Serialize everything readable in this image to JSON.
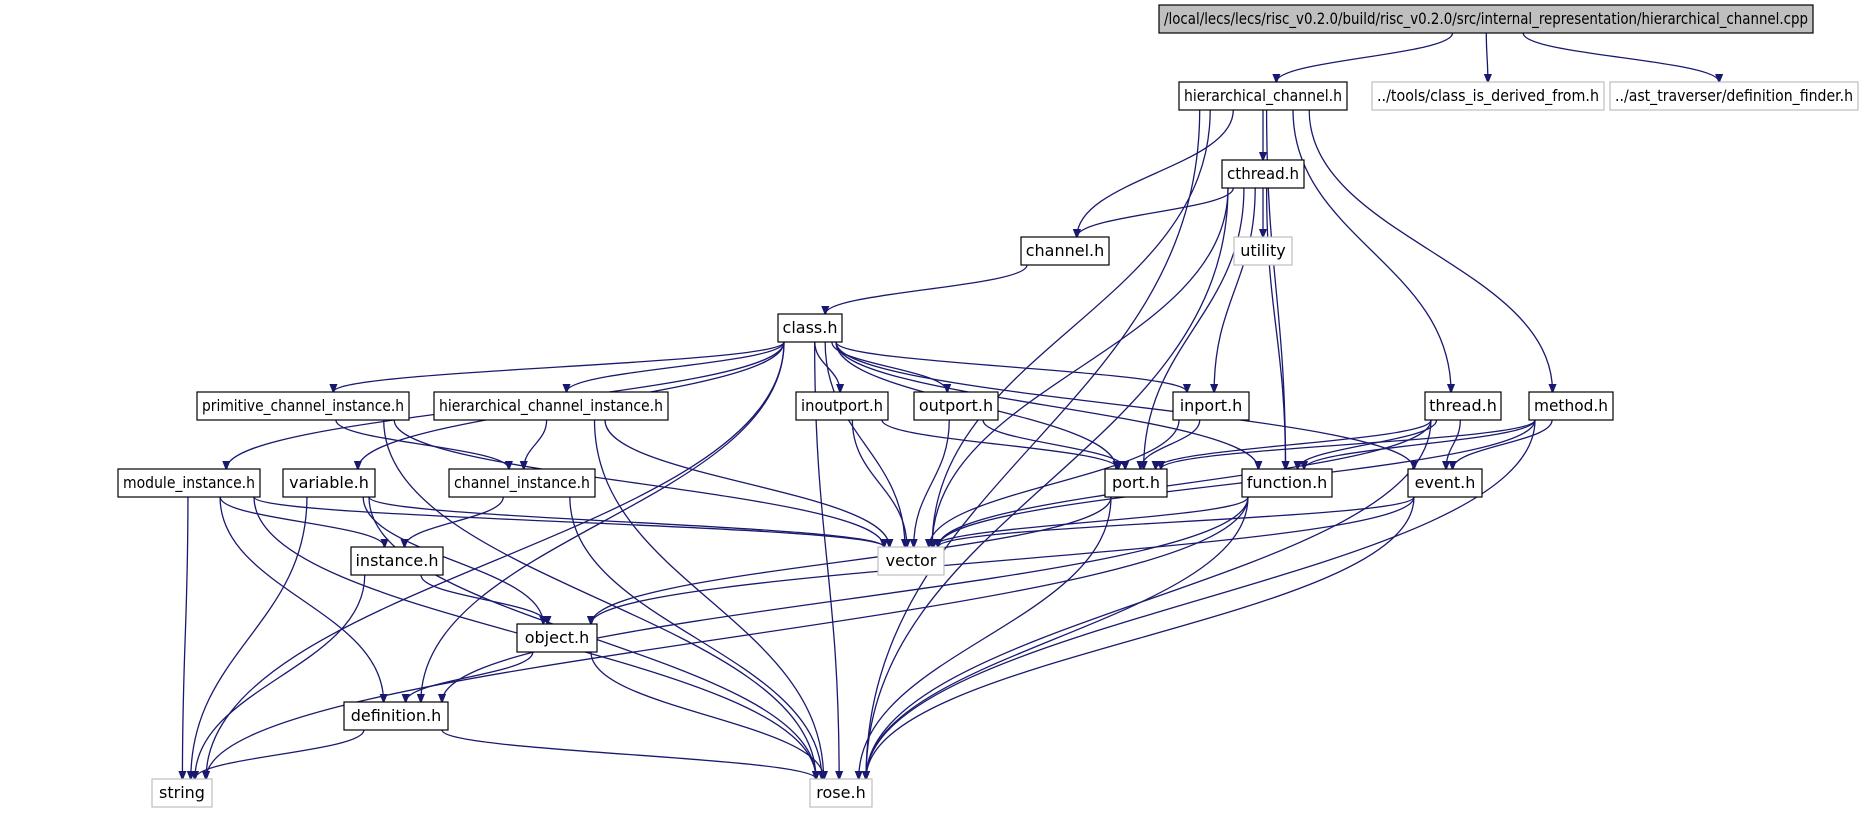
{
  "graph": {
    "edge_color": "#191970",
    "root_fill": "#bfbfbf",
    "system_border": "#bfbfbf",
    "nodes": [
      {
        "id": "root",
        "label": "/local/lecs/lecs/risc_v0.2.0/build/risc_v0.2.0/src/internal_representation/hierarchical_channel.cpp",
        "kind": "root"
      },
      {
        "id": "hierarchical_channel_h",
        "label": "hierarchical_channel.h",
        "kind": "local"
      },
      {
        "id": "class_is_derived_from_h",
        "label": "../tools/class_is_derived_from.h",
        "kind": "system"
      },
      {
        "id": "definition_finder_h",
        "label": "../ast_traverser/definition_finder.h",
        "kind": "system"
      },
      {
        "id": "cthread_h",
        "label": "cthread.h",
        "kind": "local"
      },
      {
        "id": "utility",
        "label": "utility",
        "kind": "system"
      },
      {
        "id": "channel_h",
        "label": "channel.h",
        "kind": "local"
      },
      {
        "id": "class_h",
        "label": "class.h",
        "kind": "local"
      },
      {
        "id": "primitive_channel_instance_h",
        "label": "primitive_channel_instance.h",
        "kind": "local"
      },
      {
        "id": "hierarchical_channel_instance_h",
        "label": "hierarchical_channel_instance.h",
        "kind": "local"
      },
      {
        "id": "inoutport_h",
        "label": "inoutport.h",
        "kind": "local"
      },
      {
        "id": "outport_h",
        "label": "outport.h",
        "kind": "local"
      },
      {
        "id": "inport_h",
        "label": "inport.h",
        "kind": "local"
      },
      {
        "id": "thread_h",
        "label": "thread.h",
        "kind": "local"
      },
      {
        "id": "method_h",
        "label": "method.h",
        "kind": "local"
      },
      {
        "id": "module_instance_h",
        "label": "module_instance.h",
        "kind": "local"
      },
      {
        "id": "variable_h",
        "label": "variable.h",
        "kind": "local"
      },
      {
        "id": "channel_instance_h",
        "label": "channel_instance.h",
        "kind": "local"
      },
      {
        "id": "port_h",
        "label": "port.h",
        "kind": "local"
      },
      {
        "id": "function_h",
        "label": "function.h",
        "kind": "local"
      },
      {
        "id": "event_h",
        "label": "event.h",
        "kind": "local"
      },
      {
        "id": "vector",
        "label": "vector",
        "kind": "system"
      },
      {
        "id": "instance_h",
        "label": "instance.h",
        "kind": "local"
      },
      {
        "id": "object_h",
        "label": "object.h",
        "kind": "local"
      },
      {
        "id": "definition_h",
        "label": "definition.h",
        "kind": "local"
      },
      {
        "id": "string",
        "label": "string",
        "kind": "system"
      },
      {
        "id": "rose_h",
        "label": "rose.h",
        "kind": "system"
      }
    ],
    "edges": [
      [
        "root",
        "hierarchical_channel_h"
      ],
      [
        "root",
        "class_is_derived_from_h"
      ],
      [
        "root",
        "definition_finder_h"
      ],
      [
        "hierarchical_channel_h",
        "cthread_h"
      ],
      [
        "hierarchical_channel_h",
        "channel_h"
      ],
      [
        "hierarchical_channel_h",
        "thread_h"
      ],
      [
        "hierarchical_channel_h",
        "method_h"
      ],
      [
        "hierarchical_channel_h",
        "function_h"
      ],
      [
        "hierarchical_channel_h",
        "vector"
      ],
      [
        "hierarchical_channel_h",
        "rose_h"
      ],
      [
        "cthread_h",
        "utility"
      ],
      [
        "cthread_h",
        "channel_h"
      ],
      [
        "cthread_h",
        "inport_h"
      ],
      [
        "cthread_h",
        "port_h"
      ],
      [
        "cthread_h",
        "function_h"
      ],
      [
        "cthread_h",
        "vector"
      ],
      [
        "cthread_h",
        "rose_h"
      ],
      [
        "channel_h",
        "class_h"
      ],
      [
        "class_h",
        "primitive_channel_instance_h"
      ],
      [
        "class_h",
        "hierarchical_channel_instance_h"
      ],
      [
        "class_h",
        "inoutport_h"
      ],
      [
        "class_h",
        "outport_h"
      ],
      [
        "class_h",
        "inport_h"
      ],
      [
        "class_h",
        "port_h"
      ],
      [
        "class_h",
        "function_h"
      ],
      [
        "class_h",
        "event_h"
      ],
      [
        "class_h",
        "module_instance_h"
      ],
      [
        "class_h",
        "variable_h"
      ],
      [
        "class_h",
        "definition_h"
      ],
      [
        "class_h",
        "string"
      ],
      [
        "class_h",
        "vector"
      ],
      [
        "class_h",
        "rose_h"
      ],
      [
        "primitive_channel_instance_h",
        "channel_instance_h"
      ],
      [
        "primitive_channel_instance_h",
        "vector"
      ],
      [
        "primitive_channel_instance_h",
        "rose_h"
      ],
      [
        "hierarchical_channel_instance_h",
        "channel_instance_h"
      ],
      [
        "hierarchical_channel_instance_h",
        "vector"
      ],
      [
        "hierarchical_channel_instance_h",
        "rose_h"
      ],
      [
        "inoutport_h",
        "port_h"
      ],
      [
        "inoutport_h",
        "vector"
      ],
      [
        "outport_h",
        "port_h"
      ],
      [
        "outport_h",
        "vector"
      ],
      [
        "inport_h",
        "port_h"
      ],
      [
        "inport_h",
        "vector"
      ],
      [
        "thread_h",
        "port_h"
      ],
      [
        "thread_h",
        "function_h"
      ],
      [
        "thread_h",
        "event_h"
      ],
      [
        "thread_h",
        "vector"
      ],
      [
        "thread_h",
        "rose_h"
      ],
      [
        "method_h",
        "port_h"
      ],
      [
        "method_h",
        "function_h"
      ],
      [
        "method_h",
        "event_h"
      ],
      [
        "method_h",
        "vector"
      ],
      [
        "method_h",
        "rose_h"
      ],
      [
        "module_instance_h",
        "instance_h"
      ],
      [
        "module_instance_h",
        "definition_h"
      ],
      [
        "module_instance_h",
        "vector"
      ],
      [
        "module_instance_h",
        "string"
      ],
      [
        "module_instance_h",
        "rose_h"
      ],
      [
        "variable_h",
        "object_h"
      ],
      [
        "variable_h",
        "vector"
      ],
      [
        "variable_h",
        "string"
      ],
      [
        "variable_h",
        "rose_h"
      ],
      [
        "channel_instance_h",
        "instance_h"
      ],
      [
        "channel_instance_h",
        "rose_h"
      ],
      [
        "port_h",
        "object_h"
      ],
      [
        "port_h",
        "rose_h"
      ],
      [
        "function_h",
        "definition_h"
      ],
      [
        "function_h",
        "vector"
      ],
      [
        "function_h",
        "string"
      ],
      [
        "function_h",
        "rose_h"
      ],
      [
        "event_h",
        "object_h"
      ],
      [
        "event_h",
        "vector"
      ],
      [
        "event_h",
        "rose_h"
      ],
      [
        "instance_h",
        "object_h"
      ],
      [
        "instance_h",
        "string"
      ],
      [
        "object_h",
        "definition_h"
      ],
      [
        "object_h",
        "rose_h"
      ],
      [
        "definition_h",
        "string"
      ],
      [
        "definition_h",
        "rose_h"
      ]
    ]
  }
}
